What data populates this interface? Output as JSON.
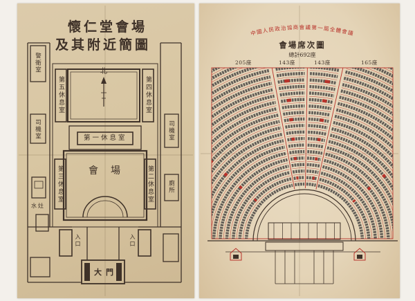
{
  "left_sheet": {
    "title_line1": "懷仁堂會場",
    "title_line2": "及其附近簡圖",
    "north_label": "北",
    "lounge_5": "第五休息室",
    "lounge_4": "第四休息室",
    "lounge_1": "第一休息室",
    "hall": "會場",
    "lounge_3": "第三休息室",
    "lounge_2": "第二休息室",
    "entrance_left": "入口",
    "entrance_right": "入口",
    "gate": "大門",
    "guard_room": "警衛室",
    "drivers_room_west": "司機室",
    "drivers_room_east": "司機室",
    "toilet": "廁所",
    "water_stove": "水灶"
  },
  "right_sheet": {
    "conference_name": "中國人民政治協商會議第一屆全體會議",
    "title": "會場席次圖",
    "total_seats": "總計692座",
    "sections": [
      {
        "label": "205座"
      },
      {
        "label": "143座"
      },
      {
        "label": "143座"
      },
      {
        "label": "165座"
      }
    ]
  },
  "colors": {
    "page_background": "#f3f0eb",
    "left_paper": "#d8c6a2",
    "right_paper": "#e4d4b7",
    "ink": "#3e3128",
    "red_ink": "#b8322a",
    "seat_gray": "#4a4845"
  }
}
